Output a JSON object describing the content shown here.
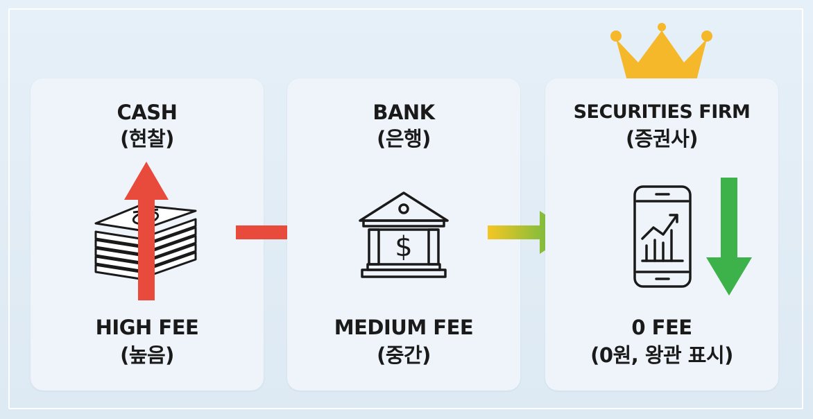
{
  "cards": [
    {
      "title": "CASH",
      "subtitle": "(현찰)",
      "fee": "HIGH FEE",
      "fee_sub": "(높음)",
      "icon": "cash-icon",
      "arrow_color": "#e84a3c"
    },
    {
      "title": "BANK",
      "subtitle": "(은행)",
      "fee": "MEDIUM FEE",
      "fee_sub": "(중간)",
      "icon": "bank-icon"
    },
    {
      "title": "SECURITIES FIRM",
      "subtitle": "(증권사)",
      "fee": "0 FEE",
      "fee_sub": "(0원, 왕관 표시)",
      "icon": "smartphone-chart-icon",
      "arrow_color": "#3db24a"
    }
  ],
  "colors": {
    "up_arrow": "#e84a3c",
    "down_arrow": "#3db24a",
    "crown": "#f5b82a",
    "connector_1": "#e84a3c",
    "connector_2_start": "#f5c623",
    "connector_2_end": "#4cb848"
  },
  "icons": [
    "crown-icon",
    "arrow-up-icon",
    "arrow-down-icon",
    "arrow-right-icon"
  ]
}
